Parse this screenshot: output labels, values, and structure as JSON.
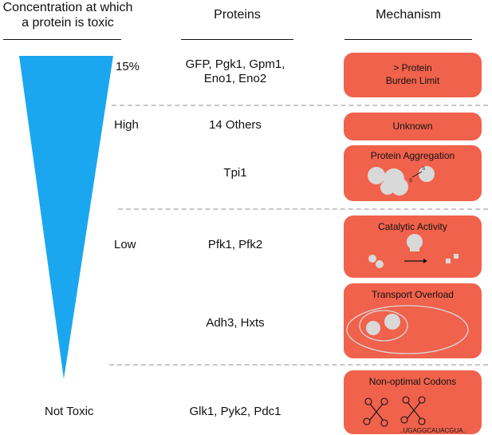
{
  "headers": {
    "concentration": "Concentration at which a protein is toxic",
    "proteins": "Proteins",
    "mechanism": "Mechanism"
  },
  "levels": {
    "l15": "15%",
    "high": "High",
    "low": "Low",
    "not_toxic": "Not Toxic"
  },
  "proteins": {
    "p1_line1": "GFP, Pgk1, Gpm1,",
    "p1_line2": "Eno1, Eno2",
    "p2": "14 Others",
    "p3": "Tpi1",
    "p4": "Pfk1, Pfk2",
    "p5": "Adh3, Hxts",
    "p6": "Glk1, Pyk2, Pdc1"
  },
  "mechanisms": {
    "m1_line1": "> Protein",
    "m1_line2": "Burden Limit",
    "m2": "Unknown",
    "m3": "Protein Aggregation",
    "m3_bond": "S",
    "m4": "Catalytic Activity",
    "m5": "Transport Overload",
    "m6": "Non-optimal Codons",
    "m6_seq": "..UGAGGCAUACGUA.."
  },
  "colors": {
    "triangle": "#1aa7f0",
    "box": "#f0624c",
    "shape": "#d9d9d9"
  }
}
